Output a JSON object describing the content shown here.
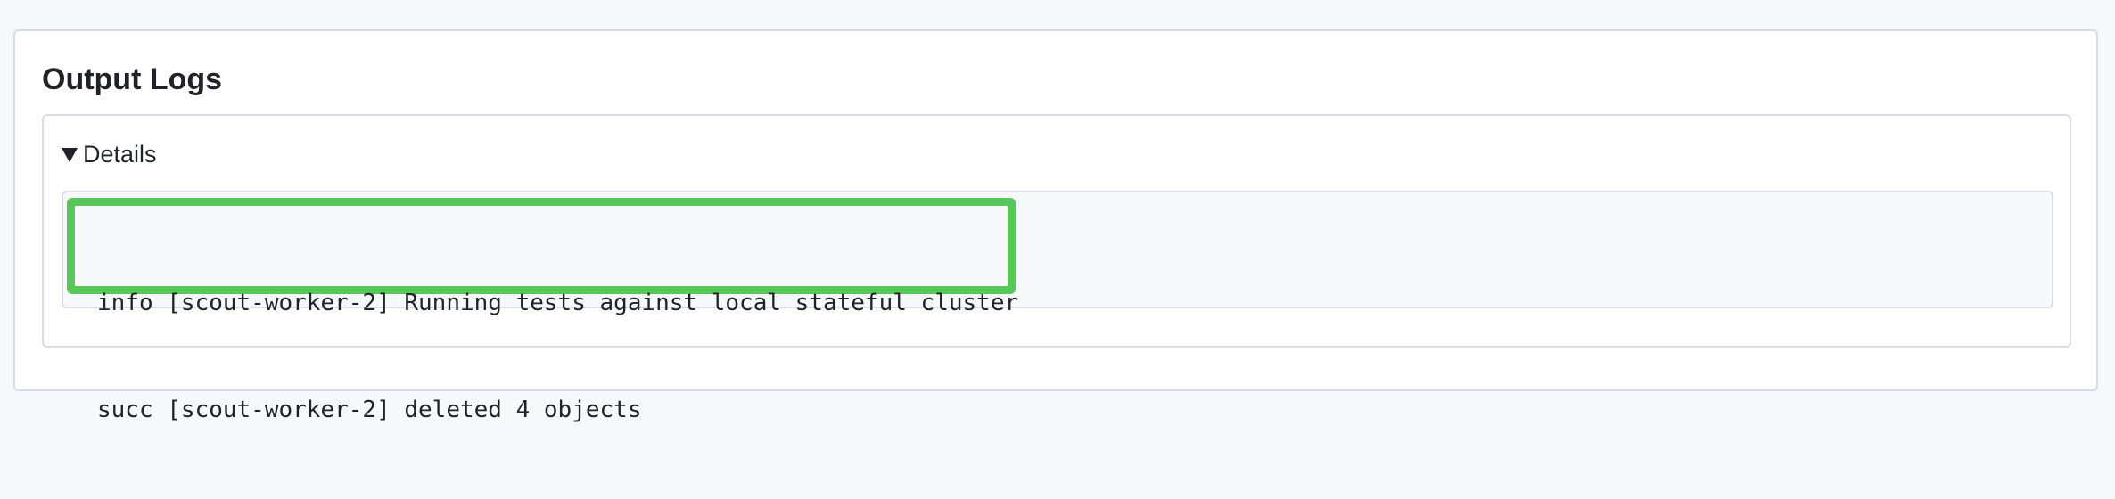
{
  "panel": {
    "title": "Output Logs"
  },
  "details": {
    "summary_label": "Details",
    "expanded": true,
    "logs": [
      "info [scout-worker-2] Running tests against local stateful cluster",
      "succ [scout-worker-2] deleted 4 objects"
    ]
  },
  "colors": {
    "highlight": "#58c75a",
    "page_background": "#f6f8fa",
    "text": "#1f2328"
  },
  "icons": {
    "summary_toggle": "triangle-down-icon"
  }
}
